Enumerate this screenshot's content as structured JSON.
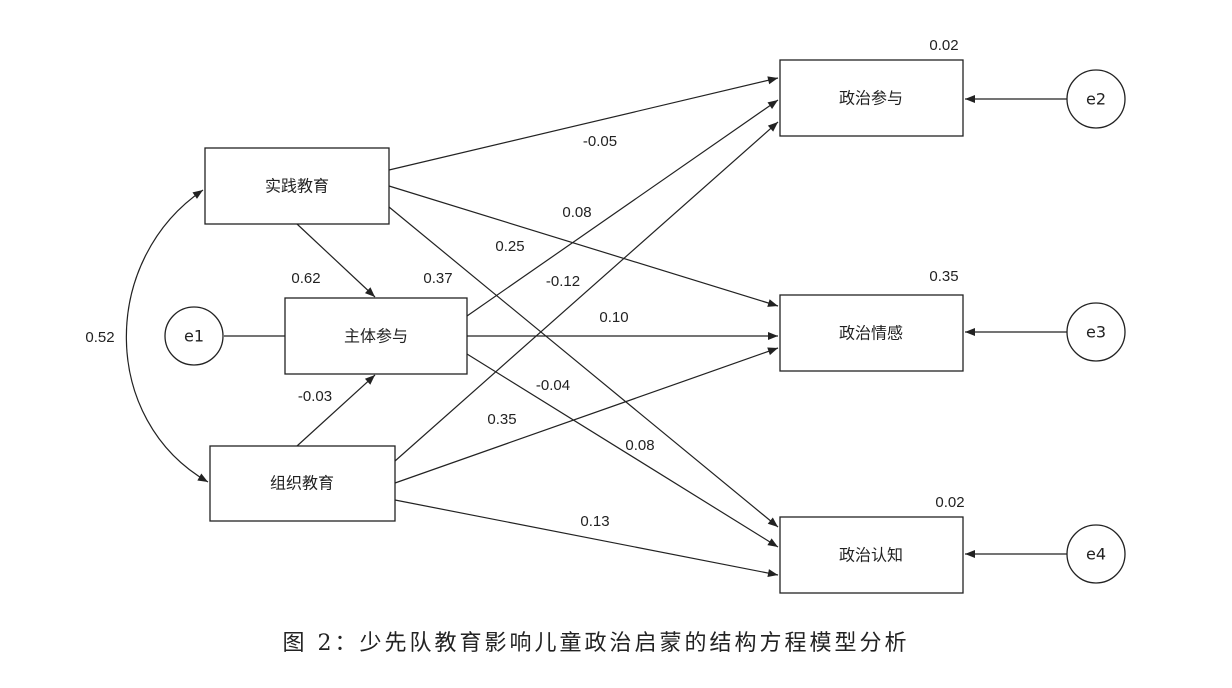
{
  "nodes": {
    "practice": "实践教育",
    "participation": "主体参与",
    "organization": "组织教育",
    "pol_participation": "政治参与",
    "pol_emotion": "政治情感",
    "pol_cognition": "政治认知",
    "e1": "e1",
    "e2": "e2",
    "e3": "e3",
    "e4": "e4"
  },
  "r_squared": {
    "pol_participation": "0.02",
    "pol_emotion": "0.35",
    "pol_cognition": "0.02"
  },
  "covariance": "0.52",
  "paths": {
    "practice_to_participation": "0.62",
    "organization_to_participation": "-0.03",
    "practice_to_pol_participation": "-0.05",
    "practice_to_pol_emotion": "0.08",
    "practice_to_pol_cognition": "0.37",
    "participation_to_pol_participation": "0.25",
    "participation_to_pol_emotion": "0.10",
    "participation_to_pol_cognition_a": "-0.04",
    "participation_to_pol_cognition_b": "0.08",
    "organization_to_pol_participation": "-0.12",
    "organization_to_pol_emotion": "0.35",
    "organization_to_pol_cognition": "0.13"
  },
  "caption": "图 2：少先队教育影响儿童政治启蒙的结构方程模型分析"
}
